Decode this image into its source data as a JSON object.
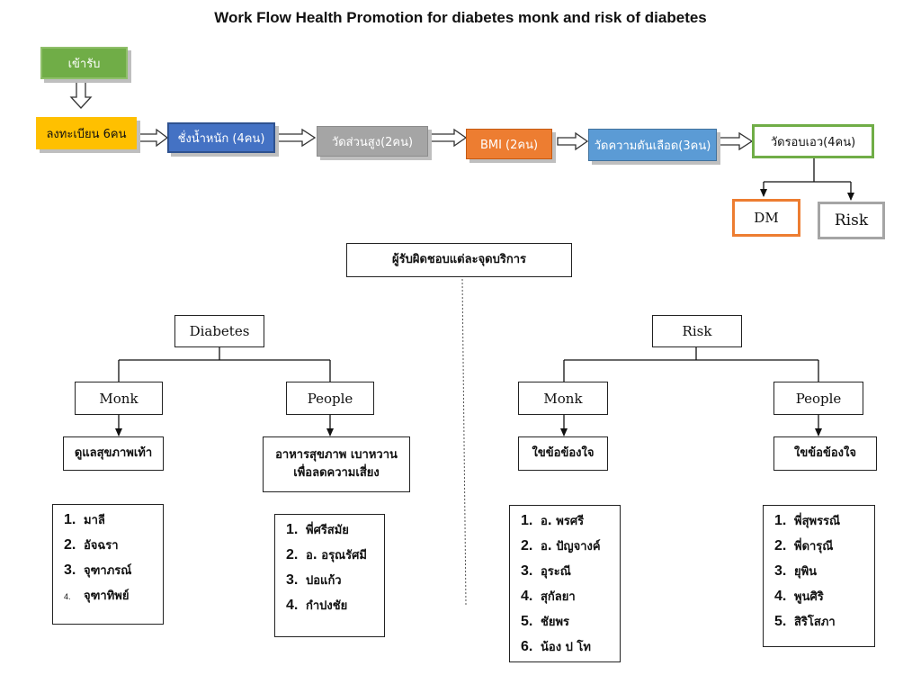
{
  "title": "Work Flow Health Promotion for diabetes monk and risk of diabetes",
  "colors": {
    "green": "#70ad47",
    "gold": "#ffc000",
    "blue": "#4472c4",
    "gray": "#a5a5a5",
    "orange": "#ed7d31",
    "lightblue": "#5b9bd5"
  },
  "flow": {
    "receive": "เข้ารับ",
    "register": "ลงทะเบียน 6คน",
    "weigh": "ชั่งน้ำหนัก (4คน)",
    "height": "วัดส่วนสูง(2คน)",
    "bmi": "BMI (2คน)",
    "bp": "วัดความดันเลือด(3คน)",
    "waist": "วัดรอบเอว(4คน)",
    "dm": "DM",
    "risk": "Risk"
  },
  "responsible": "ผู้รับผิดชอบแต่ละจุดบริการ",
  "diabetes": {
    "label": "Diabetes",
    "monk": {
      "label": "Monk",
      "task": "ดูแลสุขภาพเท้า",
      "items": [
        {
          "num": "1.",
          "name": "มาลี"
        },
        {
          "num": "2.",
          "name": "อัจฉรา"
        },
        {
          "num": "3.",
          "name": "จุฑาภรณ์"
        },
        {
          "num": "4.",
          "name": "จุฑาทิพย์"
        }
      ]
    },
    "people": {
      "label": "People",
      "task_line1": "อาหารสุขภาพ เบาหวาน",
      "task_line2": "เพื่อลดความเสี่ยง",
      "items": [
        {
          "num": "1.",
          "name": "พี่ศรีสมัย"
        },
        {
          "num": "2.",
          "name": "อ. อรุณรัศมี"
        },
        {
          "num": "3.",
          "name": "ปอแก้ว"
        },
        {
          "num": "4.",
          "name": "กำปงชัย"
        }
      ]
    }
  },
  "risk": {
    "label": "Risk",
    "monk": {
      "label": "Monk",
      "task": "ใขข้อข้องใจ",
      "items": [
        {
          "num": "1.",
          "name": "อ. พรศรี"
        },
        {
          "num": "2.",
          "name": "อ. ปัญจางค์"
        },
        {
          "num": "3.",
          "name": "อุระณี"
        },
        {
          "num": "4.",
          "name": "สุกัลยา"
        },
        {
          "num": "5.",
          "name": "ชัยพร"
        },
        {
          "num": "6.",
          "name": "น้อง ป โท"
        }
      ]
    },
    "people": {
      "label": "People",
      "task": "ใขข้อข้องใจ",
      "items": [
        {
          "num": "1.",
          "name": "พี่สุพรรณี"
        },
        {
          "num": "2.",
          "name": "พี่ดารุณี"
        },
        {
          "num": "3.",
          "name": "ยุพิน"
        },
        {
          "num": "4.",
          "name": "พูนศิริ"
        },
        {
          "num": "5.",
          "name": "สิริโสภา"
        }
      ]
    }
  }
}
